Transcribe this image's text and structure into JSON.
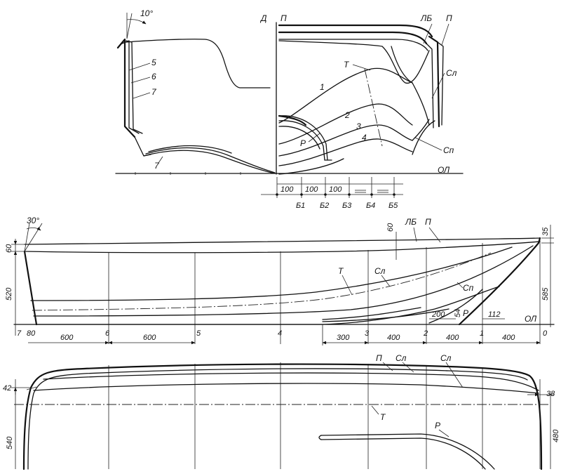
{
  "body_plan": {
    "angle": "10°",
    "left_lines": [
      "5",
      "6",
      "7",
      "7"
    ],
    "axis_d": "Д",
    "top_p": "П",
    "lb": "ЛБ",
    "p_right": "П",
    "sl": "Сл",
    "sp": "Сп",
    "t": "Т",
    "waterlines": [
      "1",
      "2",
      "3",
      "4"
    ],
    "r": "Р",
    "ol": "ОЛ",
    "spacing": [
      "100",
      "100",
      "100"
    ],
    "buttocks": [
      "Б1",
      "Б2",
      "Б3",
      "Б4",
      "Б5"
    ]
  },
  "profile": {
    "angle": "30°",
    "top_left": "60",
    "height_left": "520",
    "dim_60": "60",
    "lb": "ЛБ",
    "p": "П",
    "height_right": "585",
    "top_right": "35",
    "t": "Т",
    "sl": "Сл",
    "sp": "Сп",
    "r": "Р",
    "ol": "ОЛ",
    "dim_200": "200",
    "dim_54": "54",
    "dim_112": "112",
    "stations": [
      "7",
      "6",
      "5",
      "4",
      "3",
      "2",
      "1",
      "0"
    ],
    "dim_80": "80",
    "spacing_aft": [
      "600",
      "600"
    ],
    "spacing_fwd": [
      "300",
      "400",
      "400",
      "400"
    ]
  },
  "plan": {
    "left_top": "42",
    "height_left": "540",
    "p": "П",
    "sl_top": "Сл",
    "sl_side": "Сл",
    "t": "Т",
    "r": "Р",
    "right_top": "38",
    "height_right": "480"
  }
}
